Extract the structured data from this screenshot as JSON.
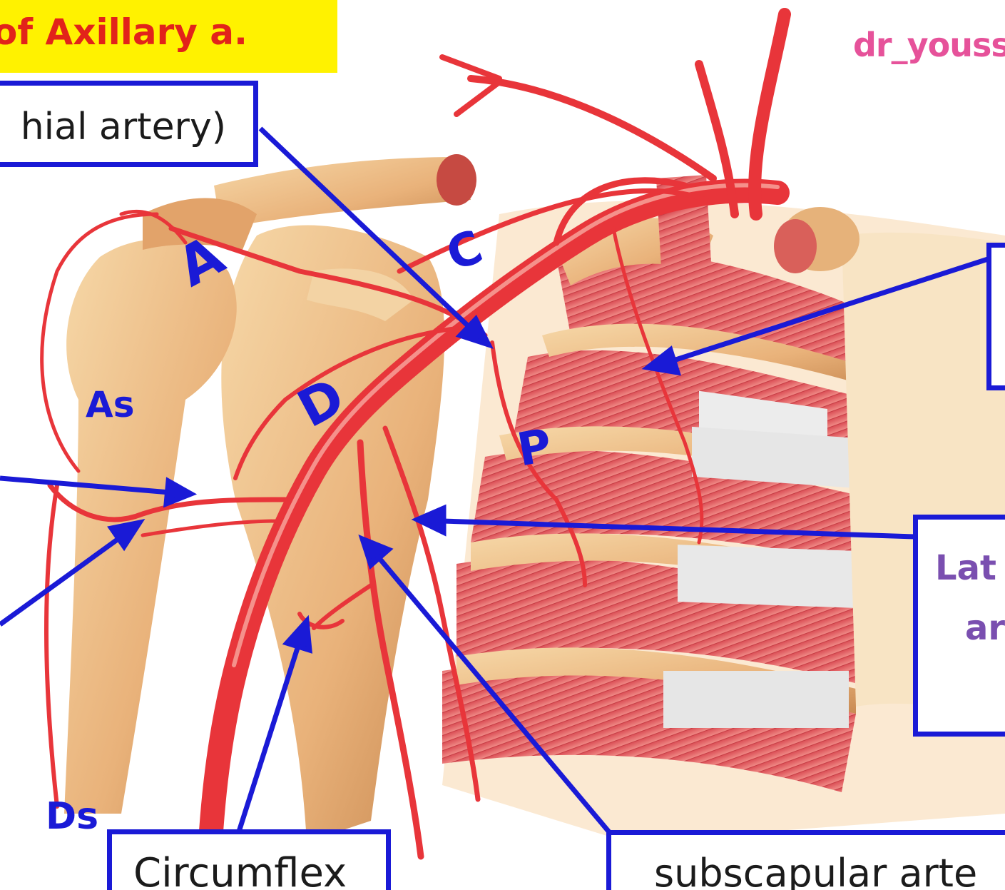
{
  "title": "of Axillary a.",
  "watermark": "dr_youss",
  "boxes": {
    "top_left": "hial artery)",
    "lateral_line1": "Lat",
    "lateral_line2": "ar",
    "circumflex": "Circumflex",
    "subscapular": "subscapular arte"
  },
  "labels": {
    "A": "A",
    "C": "C",
    "D": "D",
    "P": "P",
    "As": "As",
    "Ds": "Ds"
  },
  "colors": {
    "banner": "#fff200",
    "title_text": "#e2231a",
    "watermark": "#e6529a",
    "arrows_boxes": "#1a1ad6",
    "artery": "#e8353a",
    "bone": "#e9b27a",
    "muscle": "#e4646a",
    "lateral_text": "#7a4fb0"
  }
}
